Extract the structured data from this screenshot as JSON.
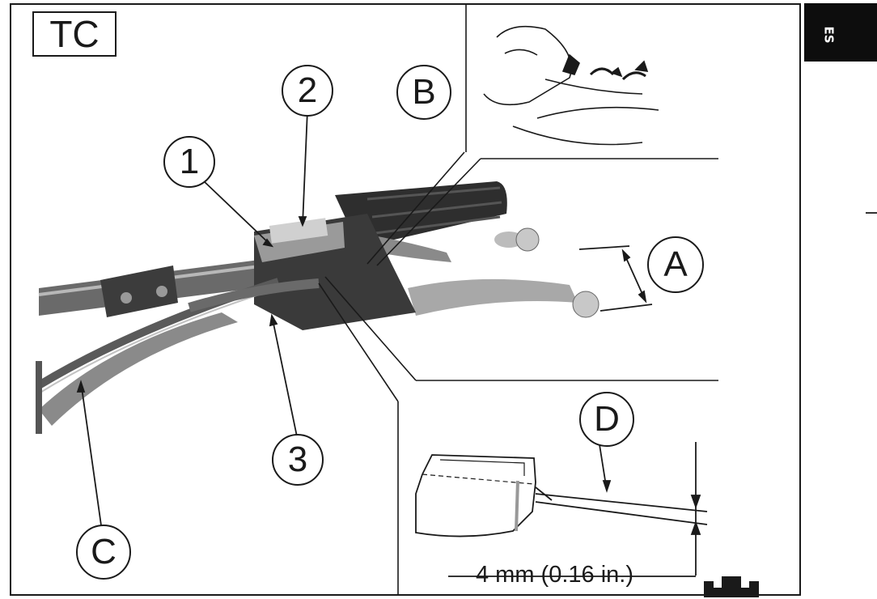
{
  "figure": {
    "mode_label": "TC",
    "callouts": {
      "one": "1",
      "two": "2",
      "three": "3",
      "a": "A",
      "b": "B",
      "c": "C",
      "d": "D"
    },
    "measurement": "4 mm (0.16 in.)"
  },
  "sidebar": {
    "language_code": "ES"
  },
  "colors": {
    "ink": "#1a1a1a",
    "tab": "#0d0d0d",
    "photo_gray": "#5c5c5c",
    "photo_light": "#b4b4b4"
  }
}
